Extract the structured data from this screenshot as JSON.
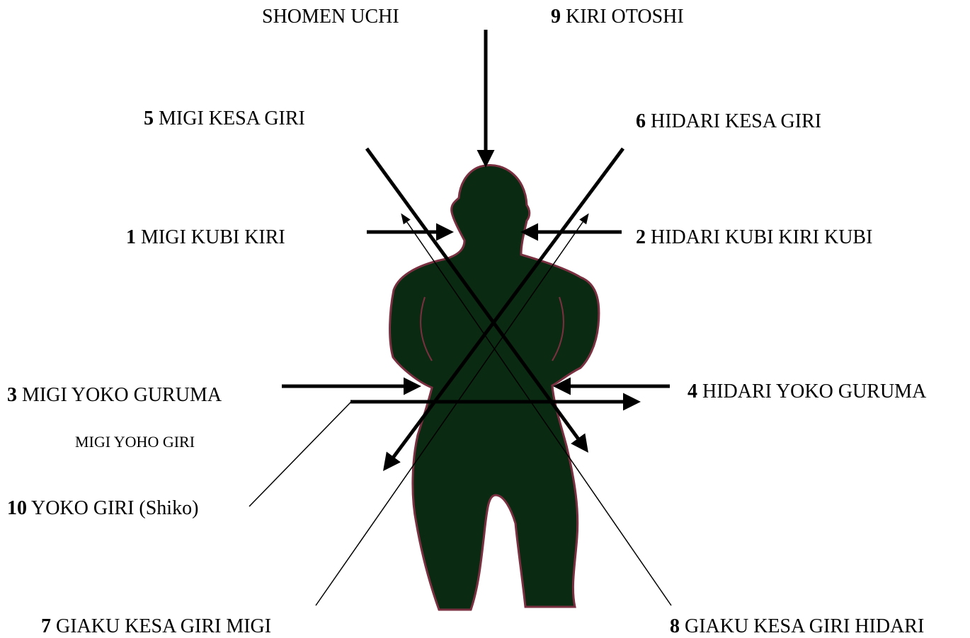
{
  "labels": {
    "shomen_uchi": "SHOMEN UCHI",
    "kiri_otoshi": {
      "num": "9",
      "text": "KIRI OTOSHI"
    },
    "migi_kesa_giri": {
      "num": "5",
      "text": "MIGI KESA GIRI"
    },
    "hidari_kesa_giri": {
      "num": "6",
      "text": "HIDARI KESA GIRI"
    },
    "migi_kubi_kiri": {
      "num": "1",
      "text": "MIGI KUBI KIRI"
    },
    "hidari_kubi_kiri": {
      "num": "2",
      "text": "HIDARI KUBI KIRI KUBI"
    },
    "migi_yoko_guruma": {
      "num": "3",
      "text": "MIGI YOKO GURUMA"
    },
    "hidari_yoko_guruma": {
      "num": "4",
      "text": "HIDARI YOKO GURUMA"
    },
    "migi_yoho_giri": "MIGI YOHO GIRI",
    "yoko_giri": {
      "num": "10",
      "text": "YOKO GIRI (Shiko)"
    },
    "giaku_kesa_giri_migi": {
      "num": "7",
      "text": "GIAKU KESA GIRI MIGI"
    },
    "giaku_kesa_giri_hidari": {
      "num": "8",
      "text": "GIAKU KESA GIRI HIDARI"
    }
  },
  "colors": {
    "figure": "#0b2a12",
    "figure_edge": "#7a3040",
    "lines": "#000000"
  }
}
